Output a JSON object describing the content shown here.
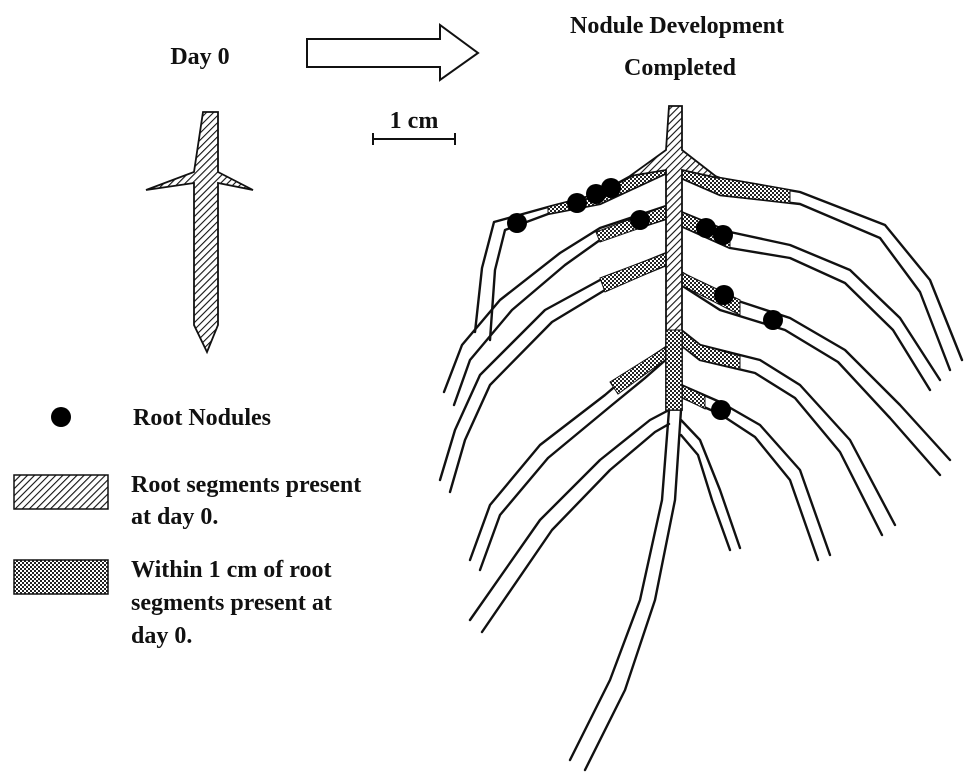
{
  "labels": {
    "day0": "Day 0",
    "title_line1": "Nodule Development",
    "title_line2": "Completed",
    "scale": "1 cm"
  },
  "legend": {
    "nodules": "Root Nodules",
    "present_line1": "Root segments present",
    "present_line2": "at day 0.",
    "within_line1": "Within 1 cm of root",
    "within_line2": "segments present at",
    "within_line3": "day 0."
  },
  "colors": {
    "ink": "#111111",
    "background": "#ffffff"
  }
}
